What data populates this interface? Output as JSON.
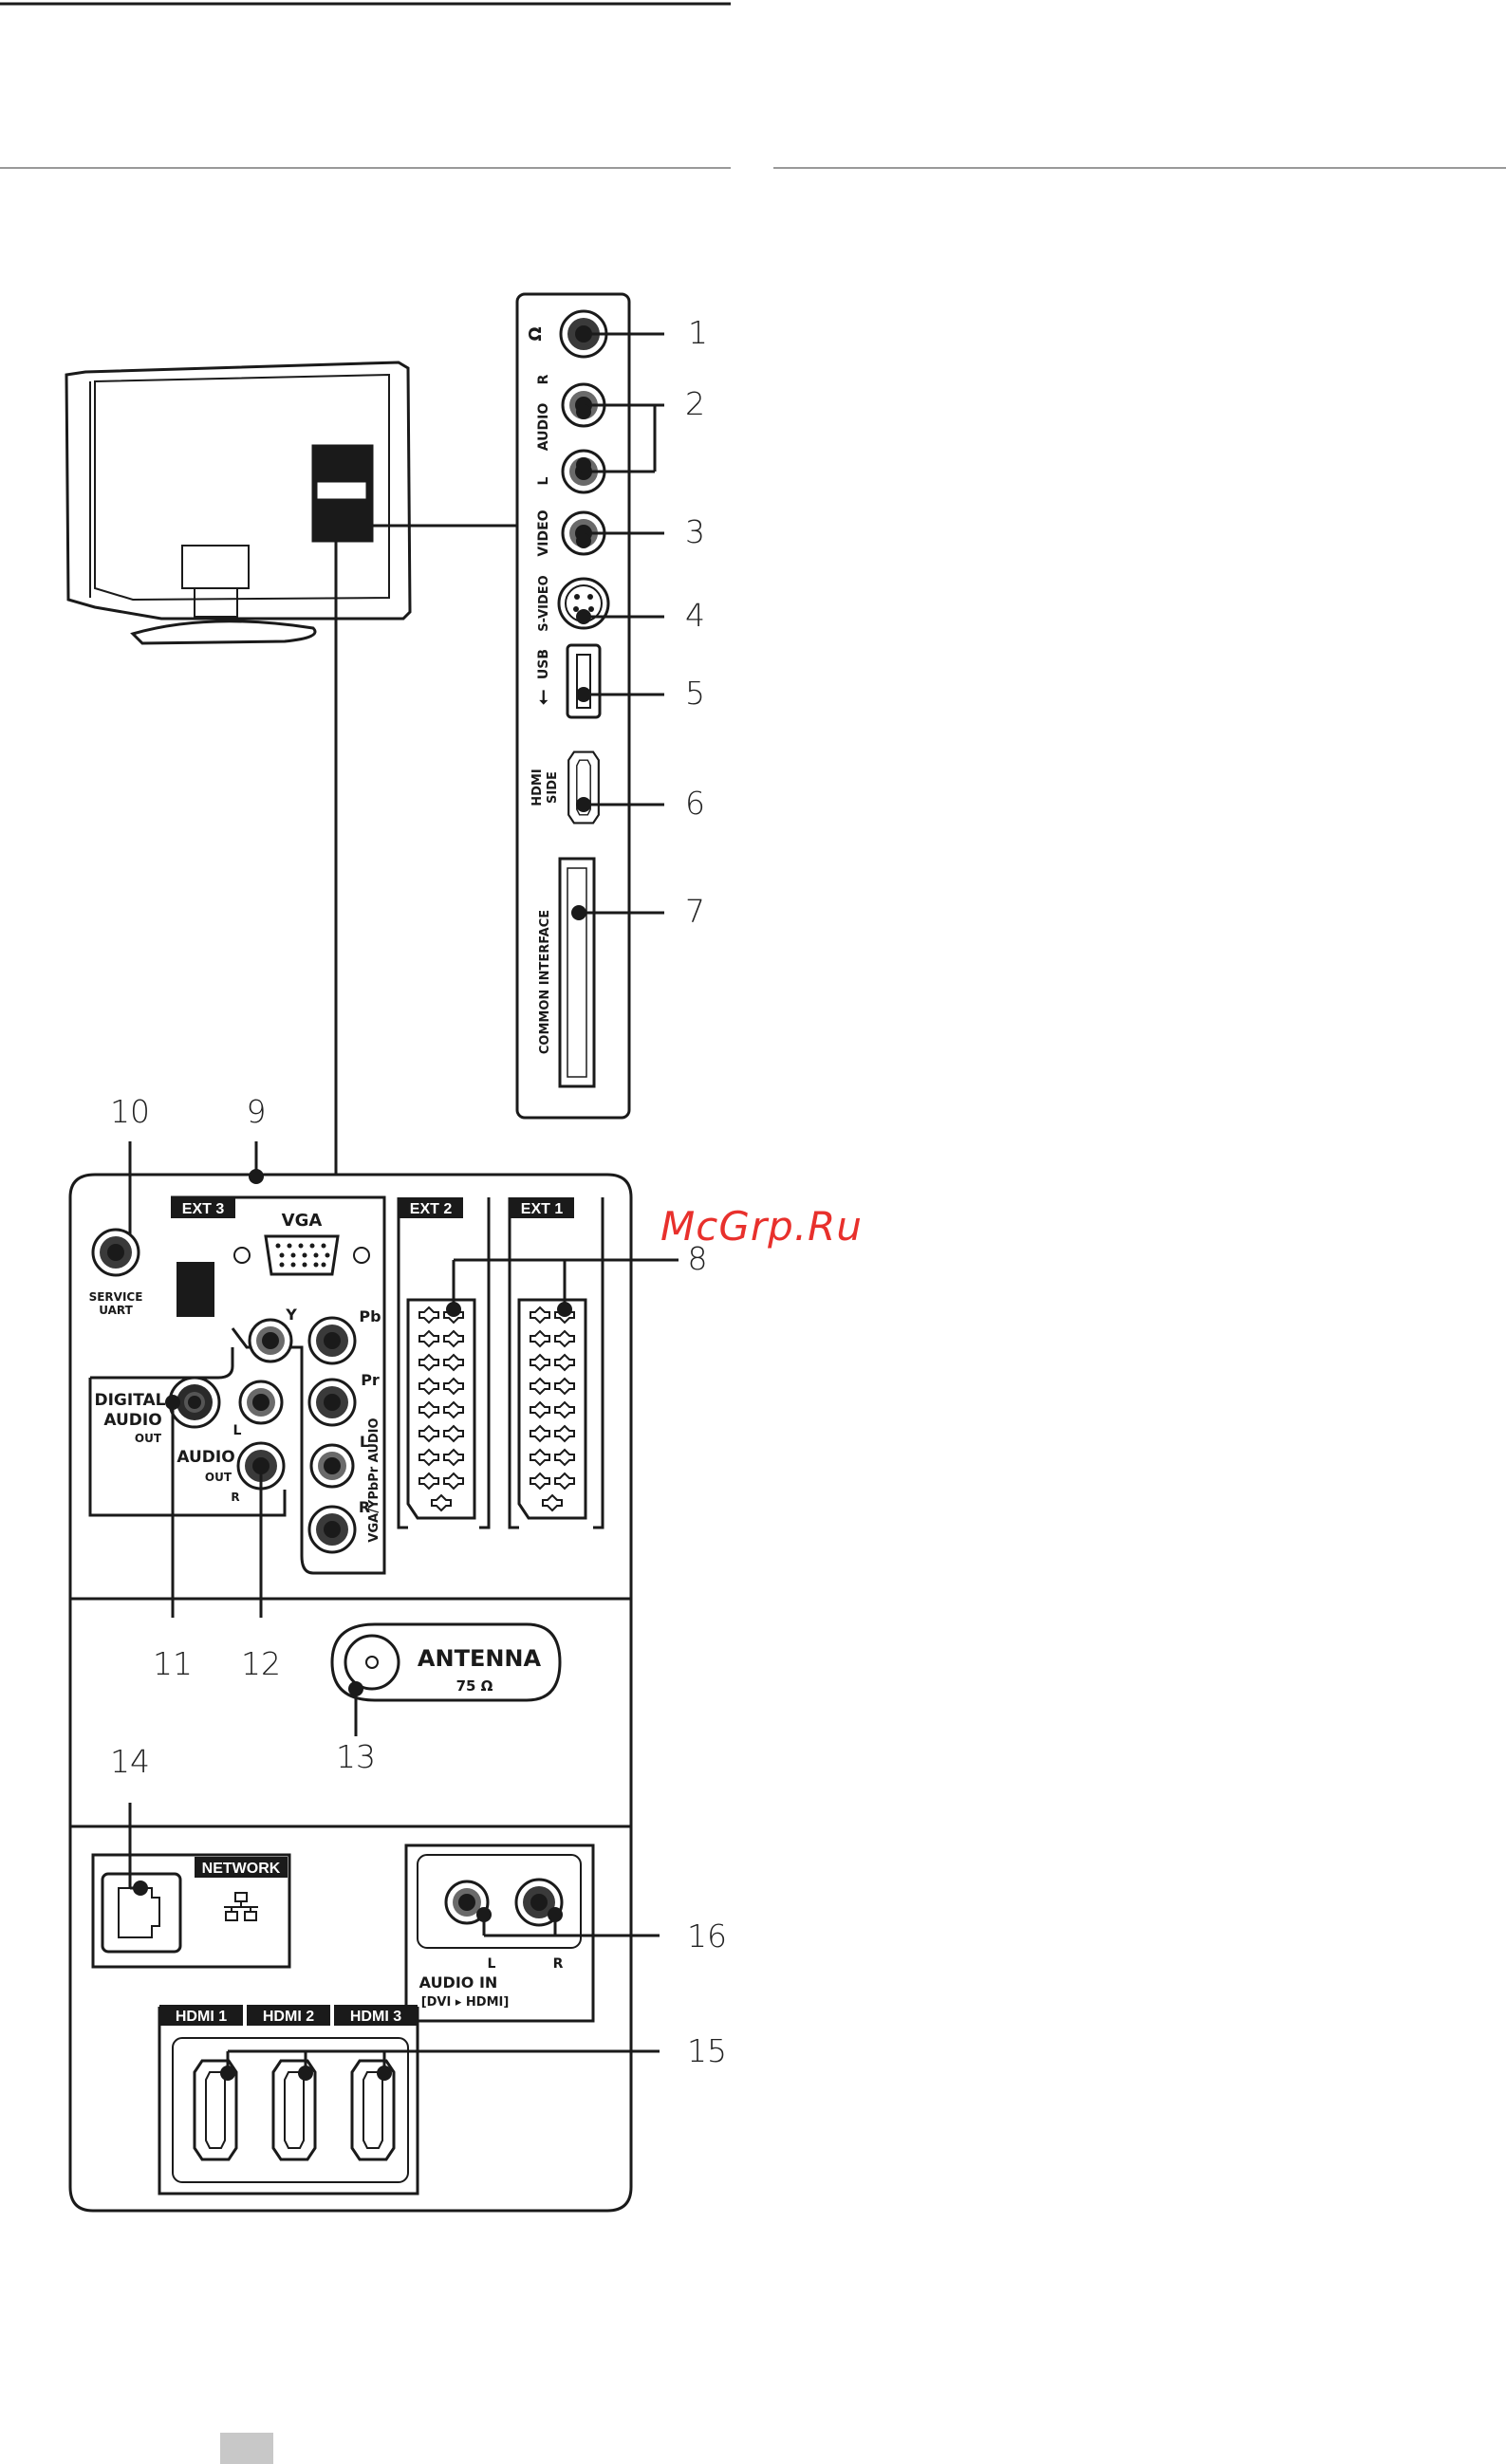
{
  "watermark": "McGrp.Ru",
  "callouts": {
    "n1": "1",
    "n2": "2",
    "n3": "3",
    "n4": "4",
    "n5": "5",
    "n6": "6",
    "n7": "7",
    "n8": "8",
    "n9": "9",
    "n10": "10",
    "n11": "11",
    "n12": "12",
    "n13": "13",
    "n14": "14",
    "n15": "15",
    "n16": "16"
  },
  "side_panel": {
    "audio_r": "R",
    "audio": "AUDIO",
    "audio_l": "L",
    "video": "VIDEO",
    "svideo": "S-VIDEO",
    "usb": "USB",
    "hdmi_side_1": "HDMI",
    "hdmi_side_2": "SIDE",
    "common_interface": "COMMON INTERFACE"
  },
  "back_panel": {
    "ext3": "EXT 3",
    "vga": "VGA",
    "ext2": "EXT 2",
    "ext1": "EXT 1",
    "service_1": "SERVICE",
    "service_2": "UART",
    "y": "Y",
    "pb": "Pb",
    "pr": "Pr",
    "l": "L",
    "r": "R",
    "digital": "DIGITAL",
    "audio": "AUDIO",
    "out": "OUT",
    "audio_out": "AUDIO",
    "audio_out_out": "OUT",
    "audio_out_l": "L",
    "audio_out_r": "R",
    "vga_audio": "VGA/YPbPr AUDIO",
    "antenna": "ANTENNA",
    "ohm": "75 Ω",
    "network": "NETWORK",
    "audio_in": "AUDIO IN",
    "dvi_hdmi": "[DVI ▸ HDMI]",
    "ain_l": "L",
    "ain_r": "R",
    "hdmi1": "HDMI 1",
    "hdmi2": "HDMI 2",
    "hdmi3": "HDMI 3"
  },
  "colors": {
    "ink": "#1a1a1a",
    "watermark": "#e8302c",
    "page_box": "#c8c8c8"
  }
}
